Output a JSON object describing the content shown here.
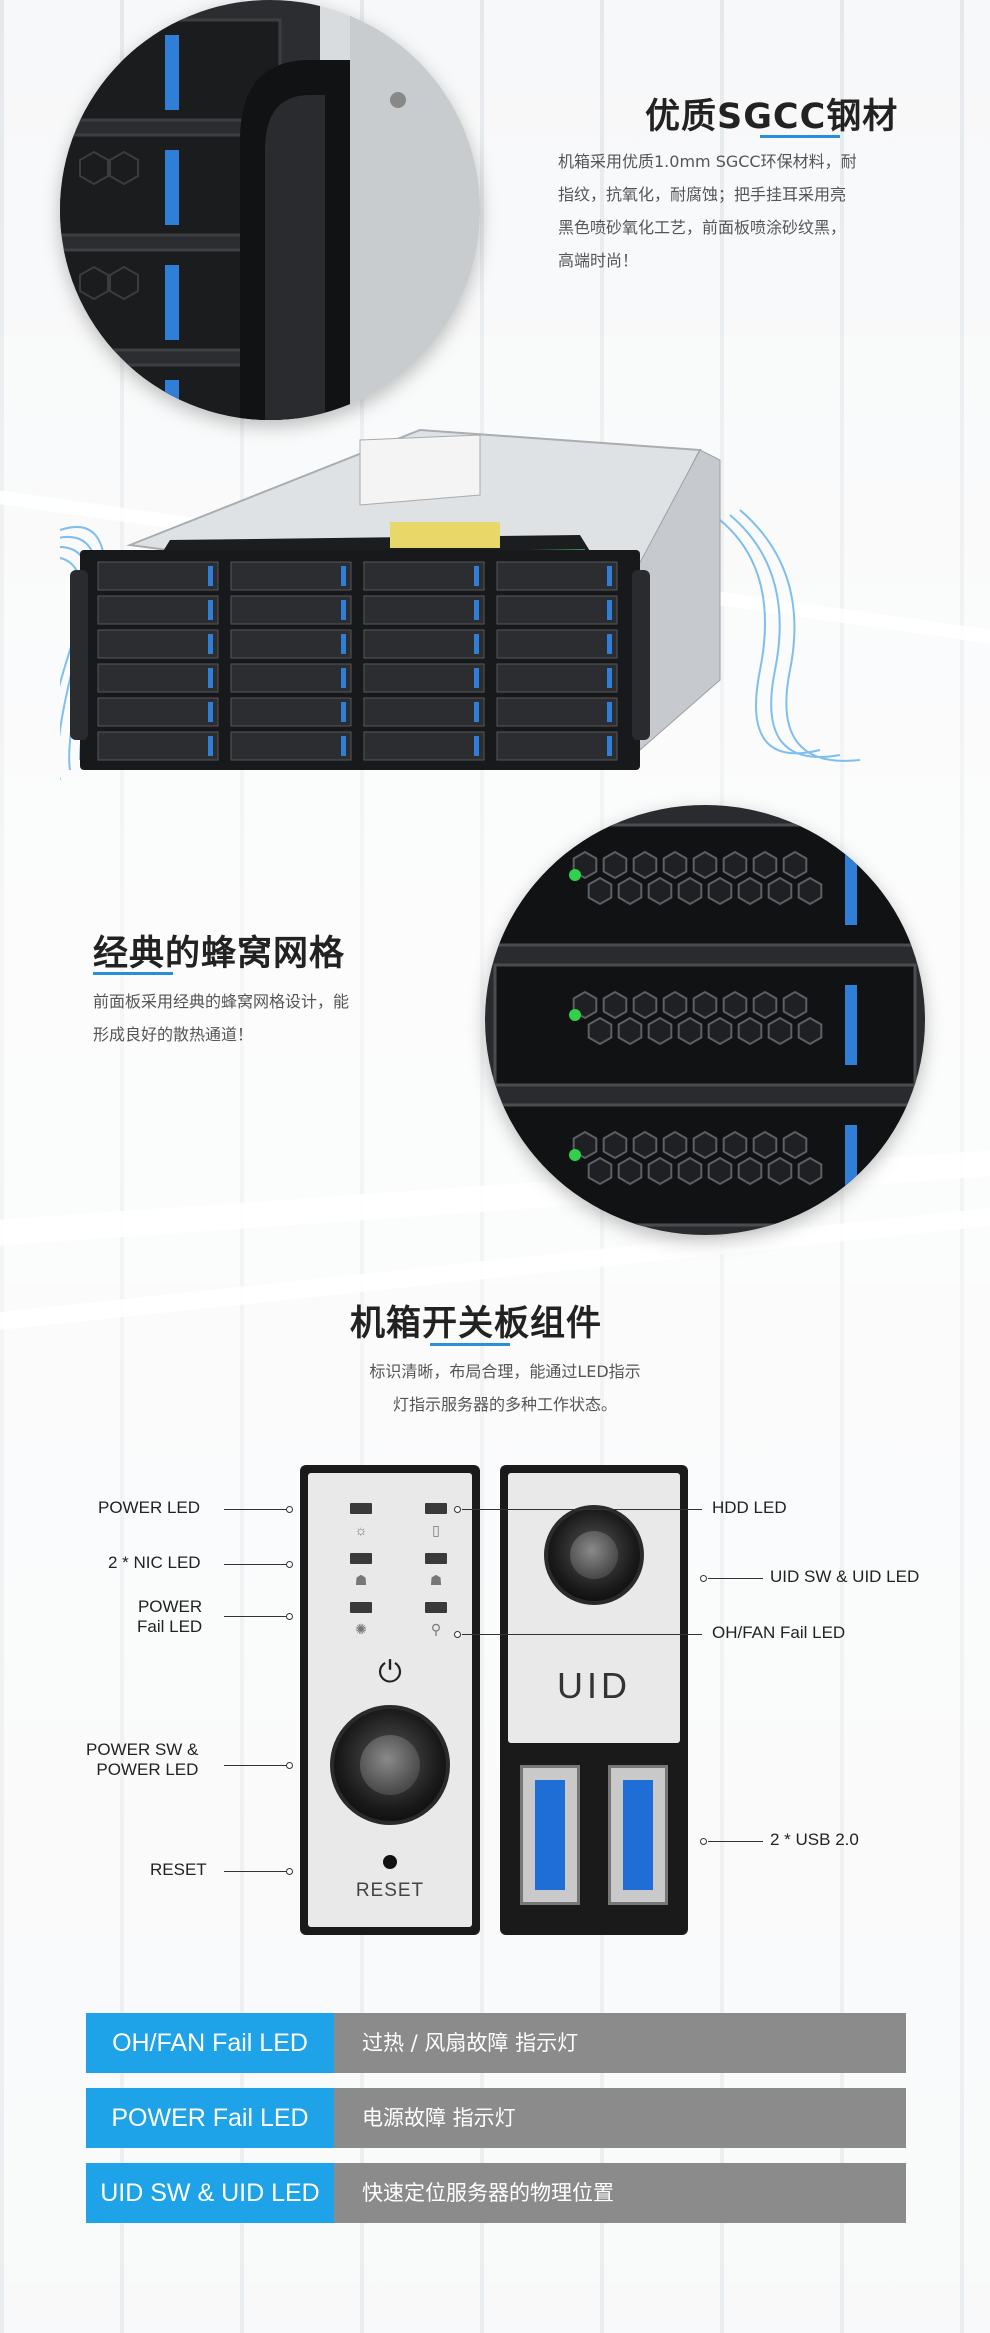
{
  "section_material": {
    "title": "优质SGCC钢材",
    "lines": [
      "机箱采用优质1.0mm SGCC环保材料，耐",
      "指纹，抗氧化，耐腐蚀；把手挂耳采用亮",
      "黑色喷砂氧化工艺，前面板喷涂砂纹黑，",
      "高端时尚！"
    ]
  },
  "section_honeycomb": {
    "title": "经典的蜂窝网格",
    "lines": [
      "前面板采用经典的蜂窝网格设计，能",
      "形成良好的散热通道！"
    ]
  },
  "section_panel": {
    "title": "机箱开关板组件",
    "lines": [
      "标识清晰，布局合理，能通过LED指示",
      "灯指示服务器的多种工作状态。"
    ],
    "uid_text": "UID",
    "reset_text": "RESET",
    "callouts_left": {
      "power_led": "POWER LED",
      "nic_led": "2 * NIC LED",
      "power_fail_1": "POWER",
      "power_fail_2": "Fail LED",
      "power_sw_1": "POWER SW &",
      "power_sw_2": "POWER LED",
      "reset": "RESET"
    },
    "callouts_right": {
      "hdd_led": "HDD LED",
      "uid_sw": "UID SW & UID LED",
      "oh_fan": "OH/FAN Fail LED",
      "usb": "2 * USB 2.0"
    }
  },
  "legend_rows": [
    {
      "label": "OH/FAN Fail LED",
      "desc": "过热 / 风扇故障 指示灯"
    },
    {
      "label": "POWER Fail LED",
      "desc": "电源故障 指示灯"
    },
    {
      "label": "UID SW & UID LED",
      "desc": "快速定位服务器的物理位置"
    }
  ],
  "colors": {
    "accent": "#1ea2e8",
    "row_desc_bg": "#8b8b8b",
    "drive_led_blue": "#2f7fd8",
    "drive_led_green": "#2fd24a"
  }
}
